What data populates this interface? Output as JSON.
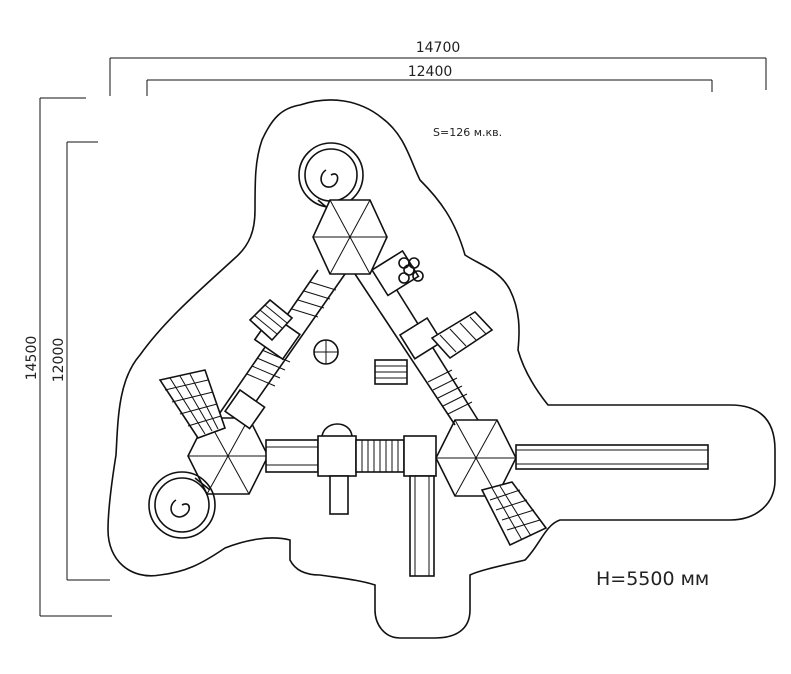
{
  "dimensions": {
    "outer_width": "14700",
    "inner_width": "12400",
    "outer_height": "14500",
    "inner_height": "12000"
  },
  "area_label": "S=126 м.кв.",
  "height_label": "H=5500 мм"
}
